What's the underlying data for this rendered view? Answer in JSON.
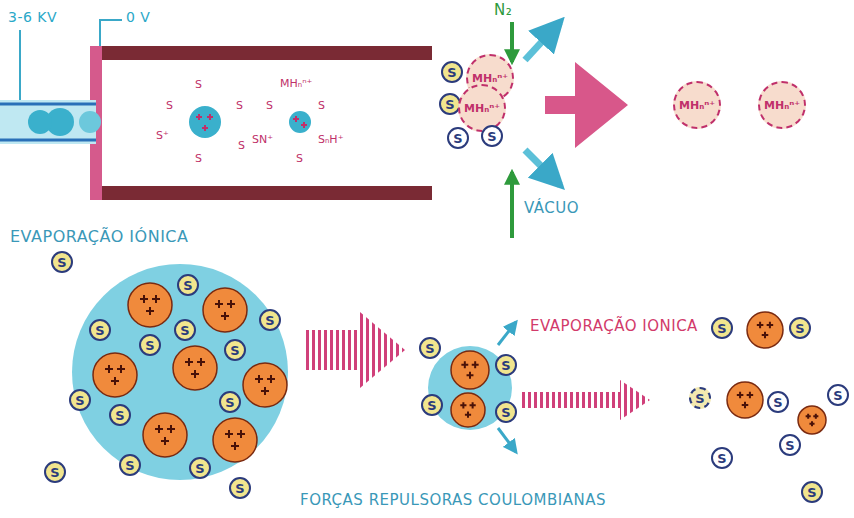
{
  "diagram": {
    "nodes": [
      {
        "text": [
          "S"
        ]
      },
      {
        "text": [
          "MHₙⁿ⁺"
        ]
      },
      {
        "text": [
          "S"
        ]
      },
      {
        "text": [
          "MHₙⁿ⁺"
        ]
      },
      {
        "text": [
          "S"
        ]
      },
      {
        "text": [
          "S"
        ]
      },
      {
        "text": [
          "MHₙⁿ⁺"
        ]
      },
      {
        "text": [
          "MHₙⁿ⁺"
        ]
      },
      {
        "text": [
          "S"
        ]
      },
      {
        "text": [
          "S"
        ]
      },
      {
        "text": [
          "S"
        ]
      },
      {
        "text": [
          "S"
        ]
      },
      {
        "text": [
          "S"
        ]
      },
      {
        "text": [
          "S"
        ]
      },
      {
        "text": [
          "S"
        ]
      },
      {
        "text": [
          "S"
        ]
      },
      {
        "text": [
          "S"
        ]
      },
      {
        "text": [
          "S"
        ]
      },
      {
        "text": [
          "S"
        ]
      },
      {
        "text": [
          "S"
        ]
      },
      {
        "text": [
          "S"
        ]
      },
      {
        "text": [
          "S"
        ]
      },
      {
        "text": [
          "S"
        ]
      },
      {
        "text": [
          "S"
        ]
      },
      {
        "text": [
          "S"
        ]
      },
      {
        "text": [
          "S"
        ]
      },
      {
        "text": [
          "S"
        ]
      },
      {
        "text": [
          "S"
        ]
      },
      {
        "text": [
          "S"
        ]
      },
      {
        "text": [
          "S"
        ]
      },
      {
        "text": [
          "S"
        ]
      },
      {
        "text": [
          "S"
        ]
      },
      {
        "text": [
          "S"
        ]
      },
      {
        "text": [
          "S"
        ]
      }
    ],
    "labels": [
      "3-6 KV",
      "0 V",
      "N₂",
      "EVAPORAÇÃO IÓNICA",
      "VÁCUO",
      "S",
      "S",
      "S",
      "S⁺",
      "S",
      "S",
      "MHₙⁿ⁺",
      "S",
      "S",
      "SN⁺",
      "SₙH⁺",
      "S",
      "EVAPORAÇÃO IONICA",
      "FORÇAS REPULSORAS COULOMBIANAS"
    ]
  }
}
